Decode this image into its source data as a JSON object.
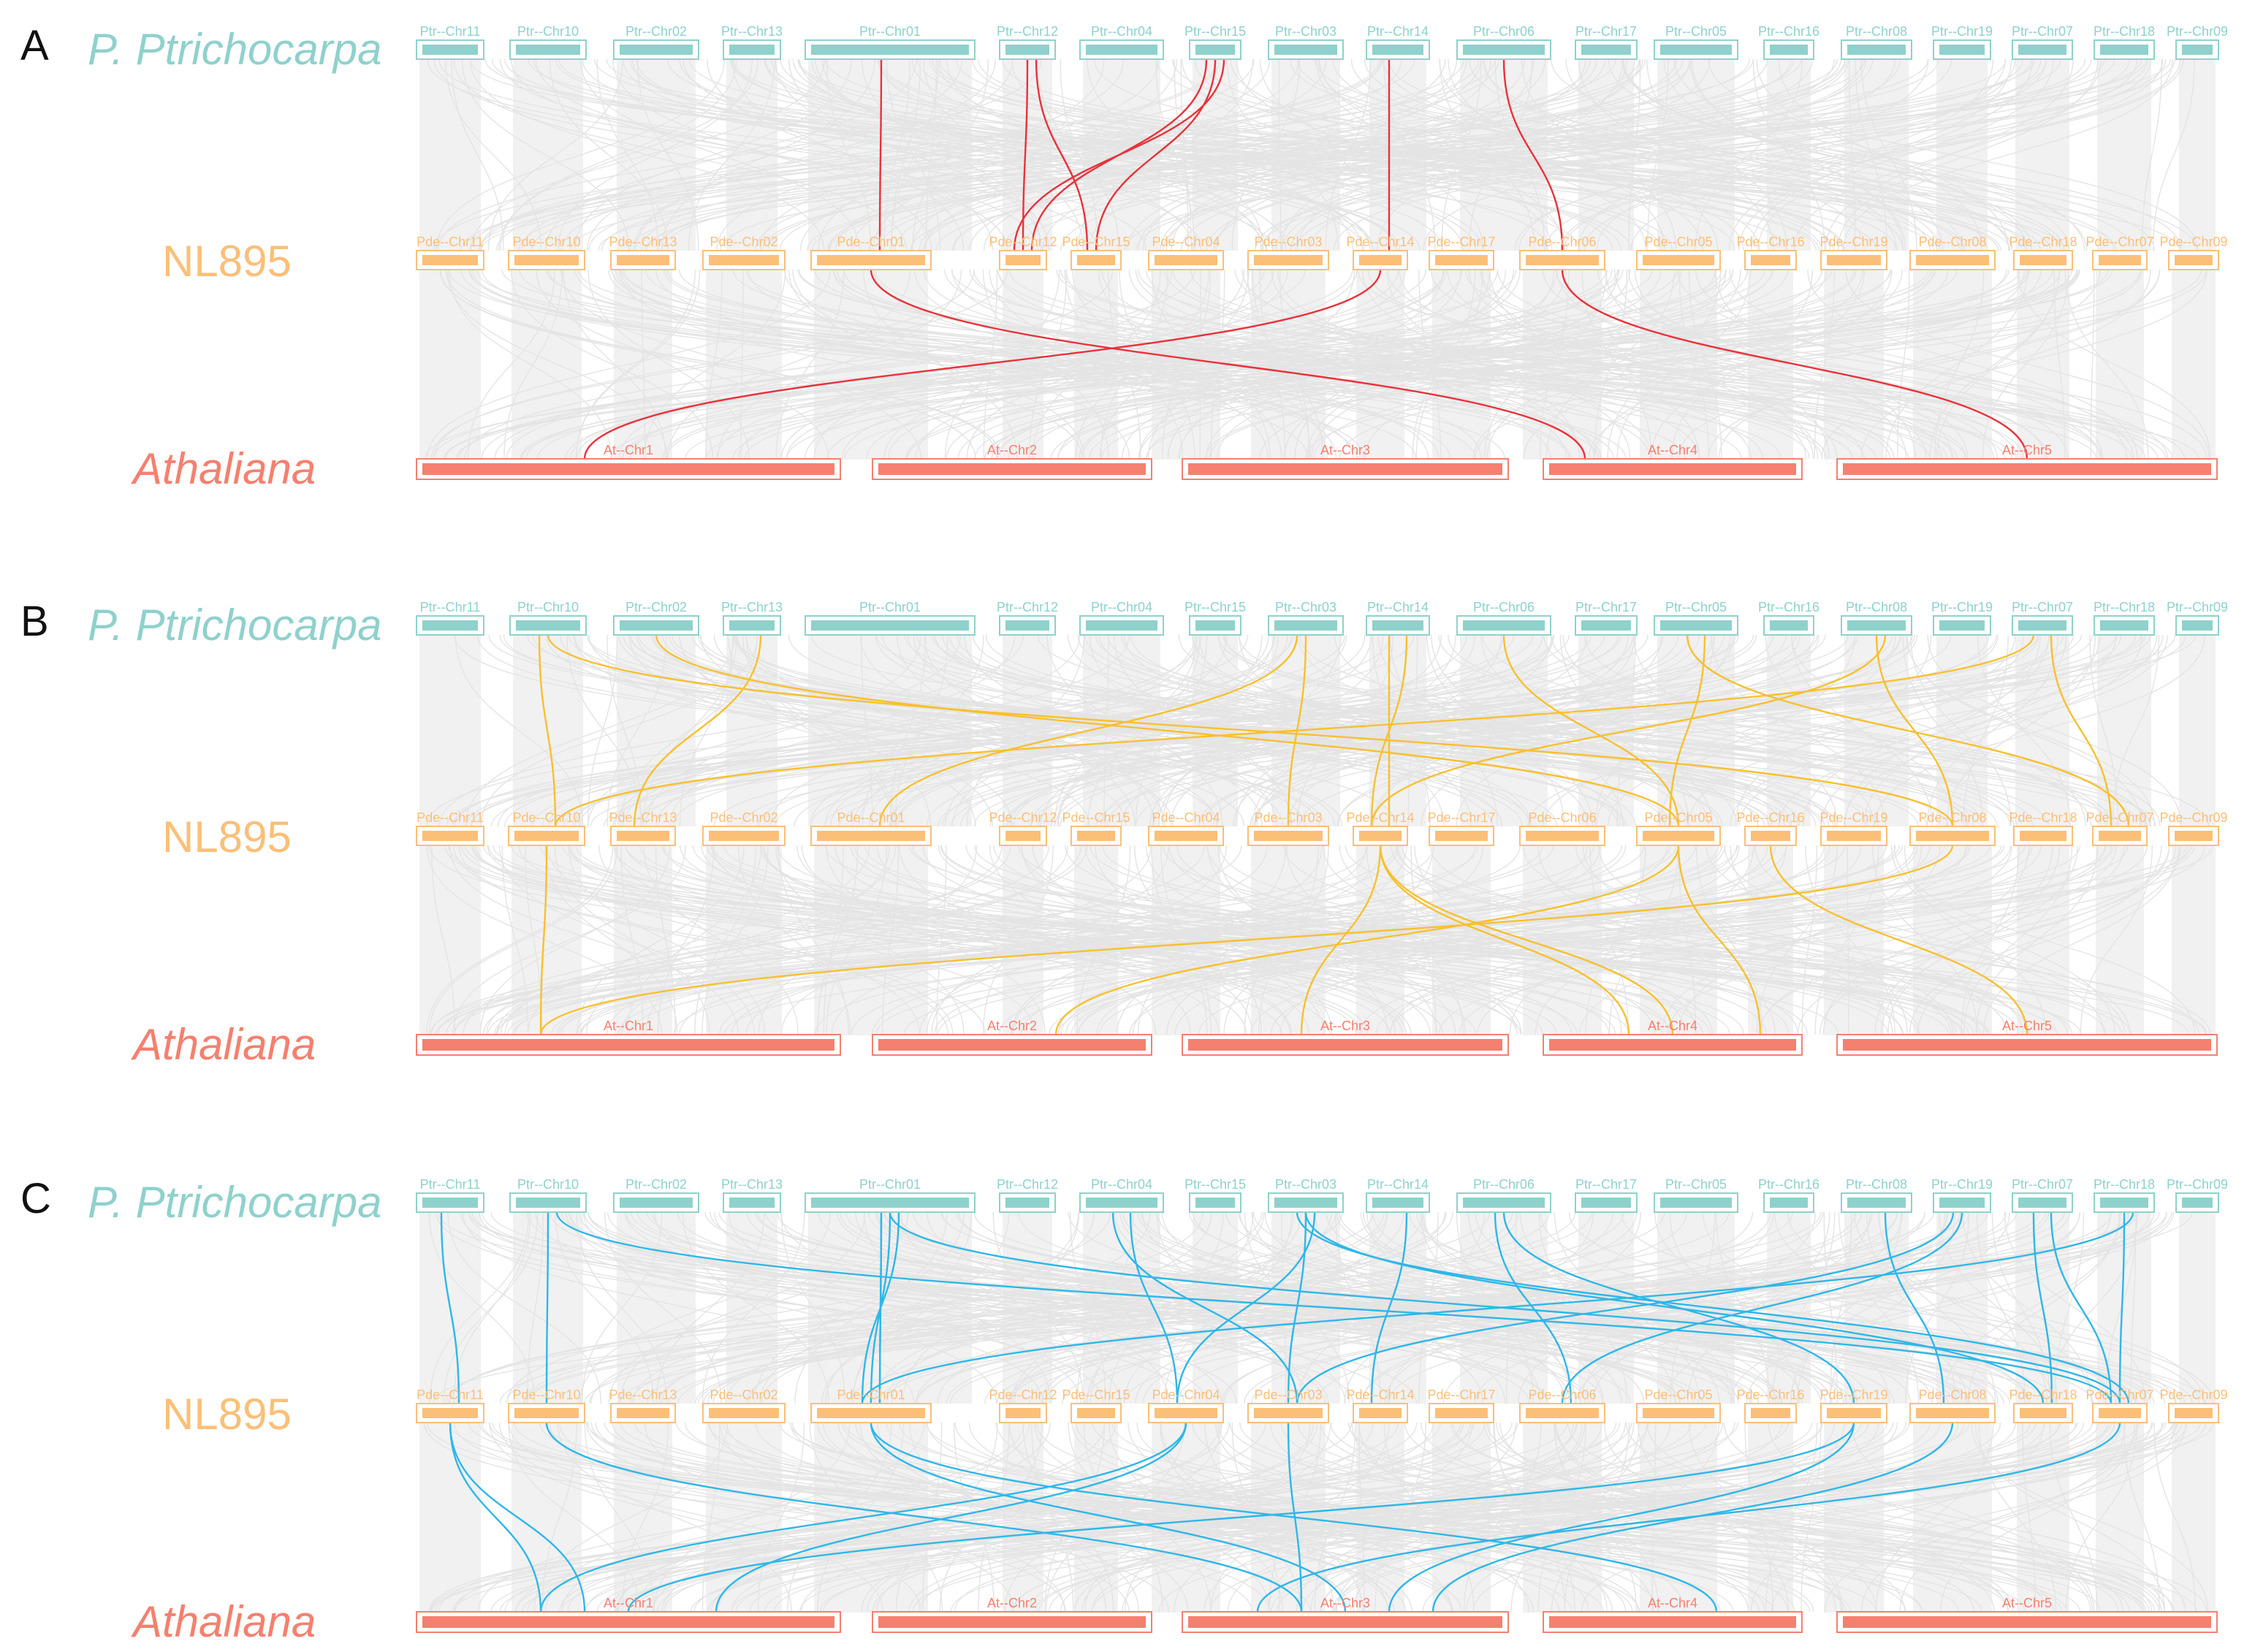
{
  "colors": {
    "top": "#8fd1cc",
    "middle": "#fbbf78",
    "bottom": "#f5806f",
    "background_links": "#e2e2e2",
    "panel_link_colors": [
      "#e8323a",
      "#f7c02e",
      "#2eb7e8"
    ]
  },
  "species": {
    "top": "P. Ptrichocarpa",
    "middle": "NL895",
    "bottom": "Athaliana"
  },
  "tracks": {
    "top": [
      "Ptr--Chr11",
      "Ptr--Chr10",
      "Ptr--Chr02",
      "Ptr--Chr13",
      "Ptr--Chr01",
      "Ptr--Chr12",
      "Ptr--Chr04",
      "Ptr--Chr15",
      "Ptr--Chr03",
      "Ptr--Chr14",
      "Ptr--Chr06",
      "Ptr--Chr17",
      "Ptr--Chr05",
      "Ptr--Chr16",
      "Ptr--Chr08",
      "Ptr--Chr19",
      "Ptr--Chr07",
      "Ptr--Chr18",
      "Ptr--Chr09"
    ],
    "middle": [
      "Pde--Chr11",
      "Pde--Chr10",
      "Pde--Chr13",
      "Pde--Chr02",
      "Pde--Chr01",
      "Pde--Chr12",
      "Pde--Chr15",
      "Pde--Chr04",
      "Pde--Chr03",
      "Pde--Chr14",
      "Pde--Chr17",
      "Pde--Chr06",
      "Pde--Chr05",
      "Pde--Chr16",
      "Pde--Chr19",
      "Pde--Chr08",
      "Pde--Chr18",
      "Pde--Chr07",
      "Pde--Chr09"
    ],
    "bottom": [
      "At--Chr1",
      "At--Chr2",
      "At--Chr3",
      "At--Chr4",
      "At--Chr5"
    ]
  },
  "panels": [
    {
      "letter": "A",
      "links_top": [
        [
          "Ptr--Chr01",
          "Pde--Chr01"
        ],
        [
          "Ptr--Chr12",
          "Pde--Chr12"
        ],
        [
          "Ptr--Chr12",
          "Pde--Chr15"
        ],
        [
          "Ptr--Chr15",
          "Pde--Chr12"
        ],
        [
          "Ptr--Chr15",
          "Pde--Chr15"
        ],
        [
          "Ptr--Chr15",
          "Pde--Chr12"
        ],
        [
          "Ptr--Chr14",
          "Pde--Chr14"
        ],
        [
          "Ptr--Chr06",
          "Pde--Chr06"
        ]
      ],
      "links_bottom": [
        [
          "Pde--Chr01",
          "At--Chr4"
        ],
        [
          "Pde--Chr14",
          "At--Chr1"
        ],
        [
          "Pde--Chr06",
          "At--Chr5"
        ]
      ]
    },
    {
      "letter": "B",
      "links_top": [
        [
          "Ptr--Chr10",
          "Pde--Chr10"
        ],
        [
          "Ptr--Chr02",
          "Pde--Chr05"
        ],
        [
          "Ptr--Chr13",
          "Pde--Chr13"
        ],
        [
          "Ptr--Chr03",
          "Pde--Chr01"
        ],
        [
          "Ptr--Chr03",
          "Pde--Chr03"
        ],
        [
          "Ptr--Chr14",
          "Pde--Chr14"
        ],
        [
          "Ptr--Chr14",
          "Pde--Chr14"
        ],
        [
          "Ptr--Chr06",
          "Pde--Chr05"
        ],
        [
          "Ptr--Chr05",
          "Pde--Chr05"
        ],
        [
          "Ptr--Chr05",
          "Pde--Chr07"
        ],
        [
          "Ptr--Chr08",
          "Pde--Chr08"
        ],
        [
          "Ptr--Chr08",
          "Pde--Chr14"
        ],
        [
          "Ptr--Chr07",
          "Pde--Chr10"
        ],
        [
          "Ptr--Chr10",
          "Pde--Chr08"
        ],
        [
          "Ptr--Chr07",
          "Pde--Chr07"
        ]
      ],
      "links_bottom": [
        [
          "Pde--Chr10",
          "At--Chr1"
        ],
        [
          "Pde--Chr14",
          "At--Chr4"
        ],
        [
          "Pde--Chr14",
          "At--Chr4"
        ],
        [
          "Pde--Chr05",
          "At--Chr2"
        ],
        [
          "Pde--Chr05",
          "At--Chr4"
        ],
        [
          "Pde--Chr08",
          "At--Chr1"
        ],
        [
          "Pde--Chr14",
          "At--Chr3"
        ],
        [
          "Pde--Chr16",
          "At--Chr5"
        ]
      ]
    },
    {
      "letter": "C",
      "links_top": [
        [
          "Ptr--Chr11",
          "Pde--Chr11"
        ],
        [
          "Ptr--Chr10",
          "Pde--Chr10"
        ],
        [
          "Ptr--Chr10",
          "Pde--Chr07"
        ],
        [
          "Ptr--Chr01",
          "Pde--Chr01"
        ],
        [
          "Ptr--Chr01",
          "Pde--Chr01"
        ],
        [
          "Ptr--Chr01",
          "Pde--Chr01"
        ],
        [
          "Ptr--Chr01",
          "Pde--Chr01"
        ],
        [
          "Ptr--Chr01",
          "Pde--Chr07"
        ],
        [
          "Ptr--Chr04",
          "Pde--Chr04"
        ],
        [
          "Ptr--Chr04",
          "Pde--Chr03"
        ],
        [
          "Ptr--Chr03",
          "Pde--Chr03"
        ],
        [
          "Ptr--Chr03",
          "Pde--Chr04"
        ],
        [
          "Ptr--Chr03",
          "Pde--Chr07"
        ],
        [
          "Ptr--Chr03",
          "Pde--Chr18"
        ],
        [
          "Ptr--Chr14",
          "Pde--Chr14"
        ],
        [
          "Ptr--Chr06",
          "Pde--Chr06"
        ],
        [
          "Ptr--Chr06",
          "Pde--Chr19"
        ],
        [
          "Ptr--Chr08",
          "Pde--Chr08"
        ],
        [
          "Ptr--Chr19",
          "Pde--Chr03"
        ],
        [
          "Ptr--Chr19",
          "Pde--Chr06"
        ],
        [
          "Ptr--Chr07",
          "Pde--Chr07"
        ],
        [
          "Ptr--Chr07",
          "Pde--Chr18"
        ],
        [
          "Ptr--Chr18",
          "Pde--Chr07"
        ],
        [
          "Ptr--Chr18",
          "Pde--Chr01"
        ]
      ],
      "links_bottom": [
        [
          "Pde--Chr11",
          "At--Chr1"
        ],
        [
          "Pde--Chr10",
          "At--Chr3"
        ],
        [
          "Pde--Chr01",
          "At--Chr3"
        ],
        [
          "Pde--Chr01",
          "At--Chr4"
        ],
        [
          "Pde--Chr04",
          "At--Chr1"
        ],
        [
          "Pde--Chr04",
          "At--Chr1"
        ],
        [
          "Pde--Chr03",
          "At--Chr3"
        ],
        [
          "Pde--Chr19",
          "At--Chr1"
        ],
        [
          "Pde--Chr19",
          "At--Chr3"
        ],
        [
          "Pde--Chr08",
          "At--Chr3"
        ],
        [
          "Pde--Chr07",
          "At--Chr3"
        ],
        [
          "Pde--Chr11",
          "At--Chr1"
        ]
      ]
    }
  ]
}
